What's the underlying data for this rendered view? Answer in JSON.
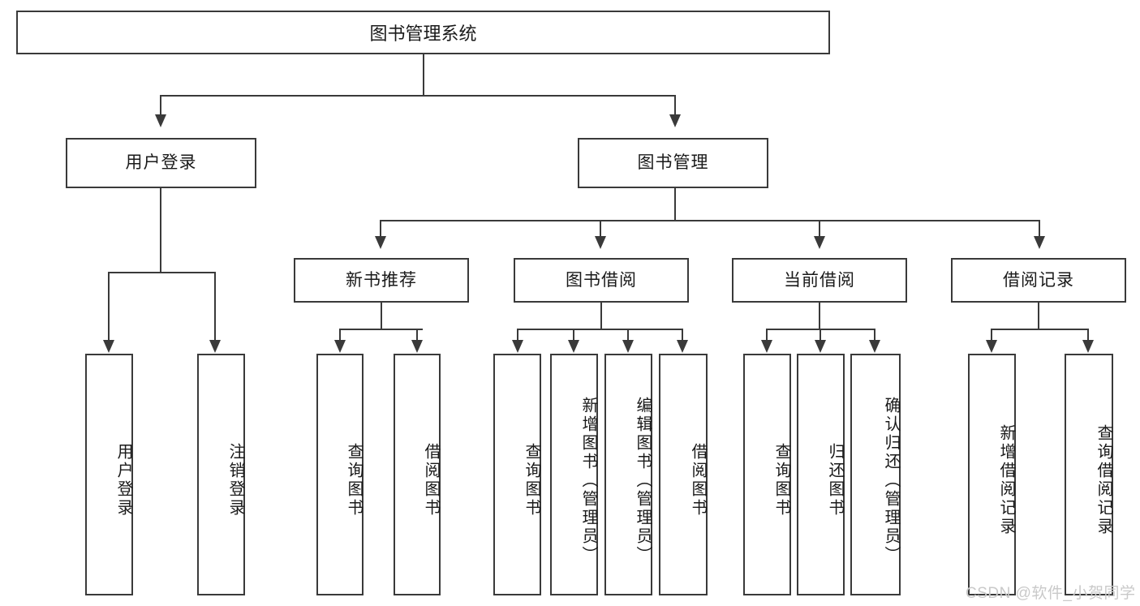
{
  "diagram": {
    "title": "图书管理系统",
    "root": {
      "label": "图书管理系统"
    },
    "level1": [
      {
        "label": "用户登录"
      },
      {
        "label": "图书管理"
      }
    ],
    "level2": [
      {
        "label": "新书推荐"
      },
      {
        "label": "图书借阅"
      },
      {
        "label": "当前借阅"
      },
      {
        "label": "借阅记录"
      }
    ],
    "leaves": {
      "user_login": [
        {
          "label": "用户登录"
        },
        {
          "label": "注销登录"
        }
      ],
      "new_book_recommend": [
        {
          "label": "查询图书"
        },
        {
          "label": "借阅图书"
        }
      ],
      "book_borrow": [
        {
          "label": "查询图书"
        },
        {
          "label": "新增图书（管理员）"
        },
        {
          "label": "编辑图书（管理员）"
        },
        {
          "label": "借阅图书"
        }
      ],
      "current_borrow": [
        {
          "label": "查询图书"
        },
        {
          "label": "归还图书"
        },
        {
          "label": "确认归还（管理员）"
        }
      ],
      "borrow_record": [
        {
          "label": "新增借阅记录"
        },
        {
          "label": "查询借阅记录"
        }
      ]
    }
  },
  "watermark": {
    "text": "CSDN @软件_小贺同学"
  },
  "colors": {
    "stroke": "#3a3a3a",
    "background": "#ffffff",
    "text": "#1a1a1a",
    "watermark": "#c9c9c9"
  }
}
